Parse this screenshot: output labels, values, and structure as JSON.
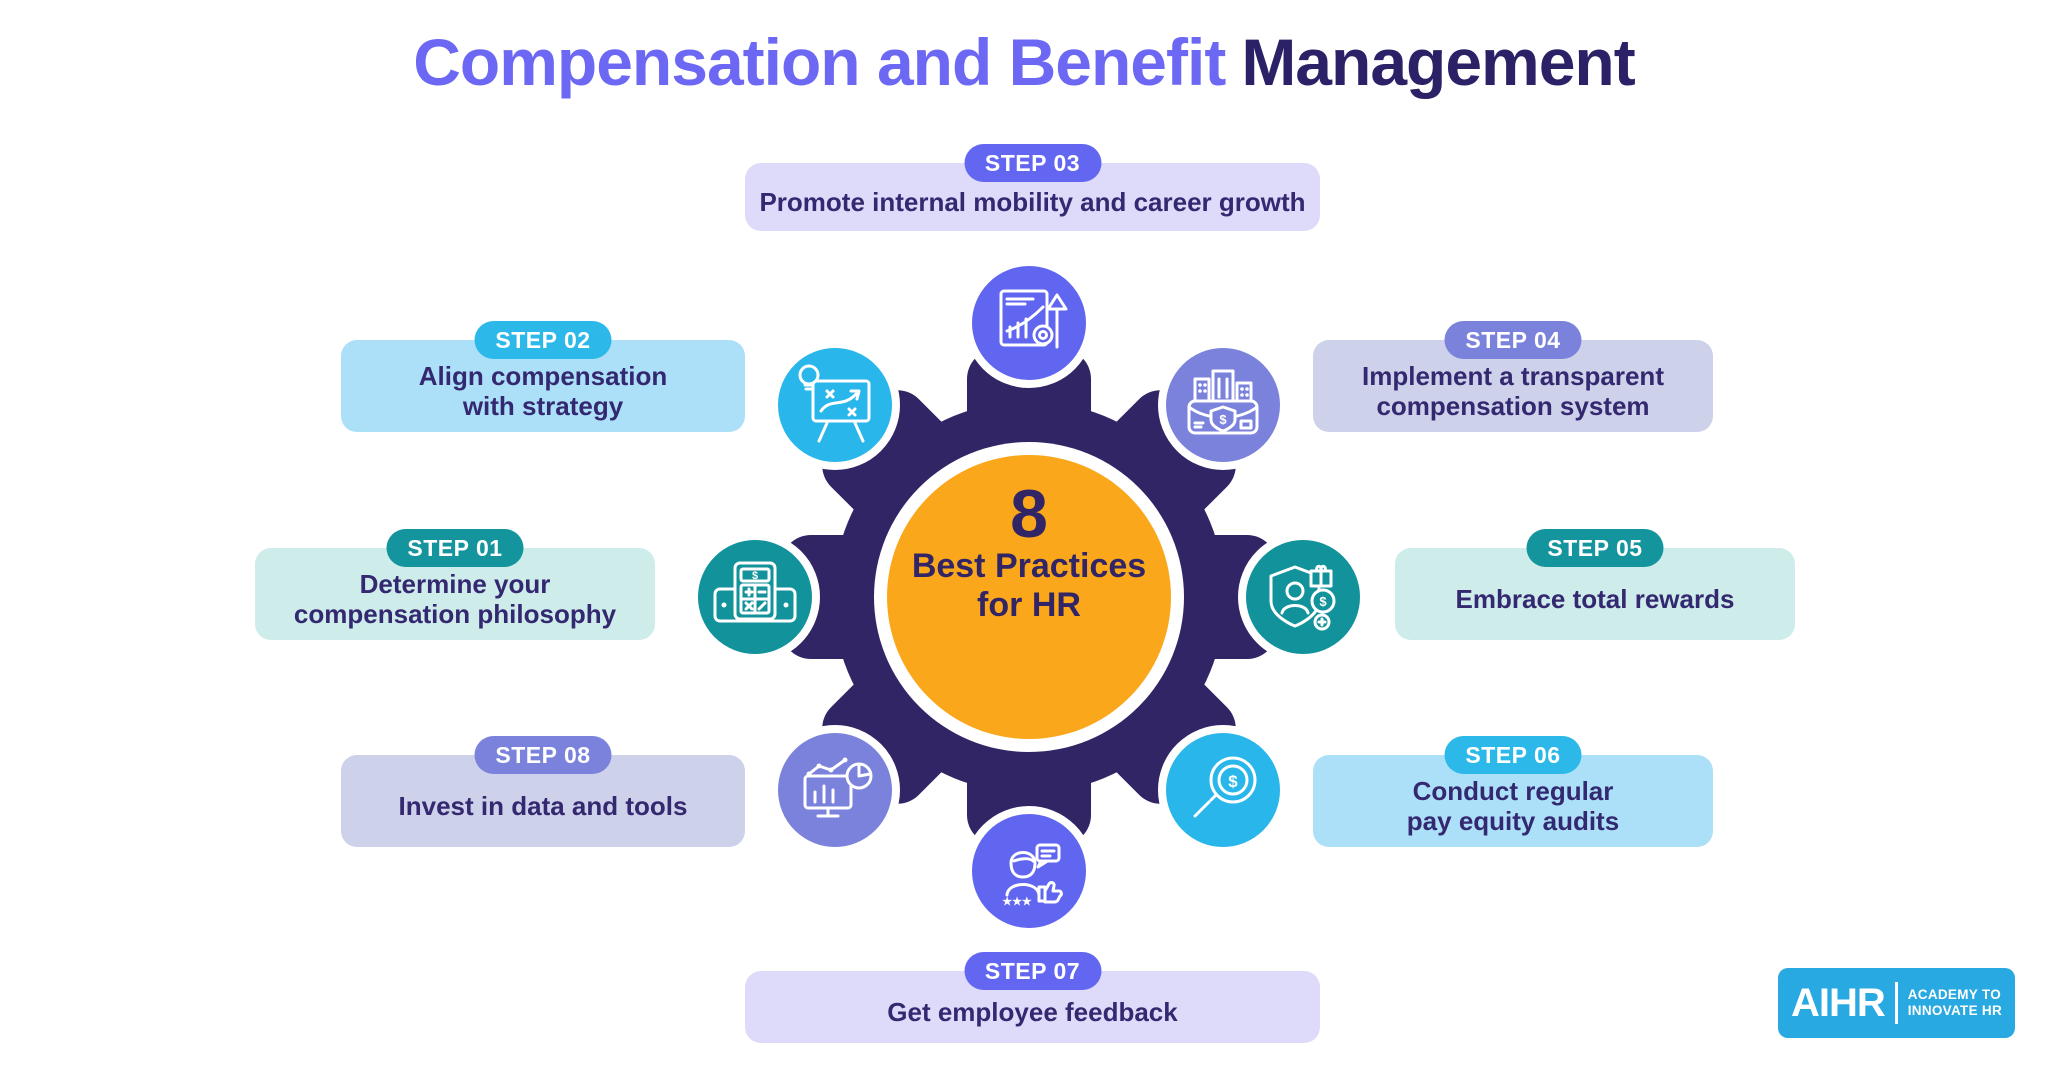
{
  "title": {
    "highlight": "Compensation and Benefit",
    "rest": "Management"
  },
  "center": {
    "number": "8",
    "line1": "Best Practices",
    "line2": "for HR"
  },
  "steps": [
    {
      "label": "STEP 01",
      "lines": [
        "Determine your",
        "compensation philosophy"
      ],
      "icon": "calculator-money-icon",
      "theme_color": "#14949D"
    },
    {
      "label": "STEP 02",
      "lines": [
        "Align compensation",
        "with strategy"
      ],
      "icon": "strategy-board-icon",
      "theme_color": "#2CB9E9"
    },
    {
      "label": "STEP 03",
      "lines": [
        "Promote internal mobility and career growth"
      ],
      "icon": "growth-chart-icon",
      "theme_color": "#6366F1"
    },
    {
      "label": "STEP 04",
      "lines": [
        "Implement a transparent",
        "compensation system"
      ],
      "icon": "transparent-pay-icon",
      "theme_color": "#7A82DB"
    },
    {
      "label": "STEP 05",
      "lines": [
        "Embrace total rewards"
      ],
      "icon": "total-rewards-shield-icon",
      "theme_color": "#14949D"
    },
    {
      "label": "STEP 06",
      "lines": [
        "Conduct regular",
        "pay equity audits"
      ],
      "icon": "pay-audit-magnifier-icon",
      "theme_color": "#2CB9E9"
    },
    {
      "label": "STEP 07",
      "lines": [
        "Get employee feedback"
      ],
      "icon": "employee-feedback-icon",
      "theme_color": "#6366F1"
    },
    {
      "label": "STEP 08",
      "lines": [
        "Invest in data and tools"
      ],
      "icon": "data-tools-monitor-icon",
      "theme_color": "#7A82DB"
    }
  ],
  "logo": {
    "name": "AIHR",
    "tagline_line1": "ACADEMY TO",
    "tagline_line2": "INNOVATE HR"
  },
  "colors": {
    "title_accent": "#6C68F4",
    "title_dark": "#2B2167",
    "gear_navy": "#322566",
    "center_orange": "#FAA71B",
    "teal": "#14949D",
    "teal_light": "#CDECEA",
    "sky": "#2CB9E9",
    "sky_light": "#ABE0F8",
    "purple": "#6366F1",
    "purple_light": "#DEDBFA",
    "periwinkle": "#7A82DB",
    "periwinkle_light": "#CDD1E9",
    "step_text": "#342871",
    "logo_blue": "#29A9E1"
  }
}
